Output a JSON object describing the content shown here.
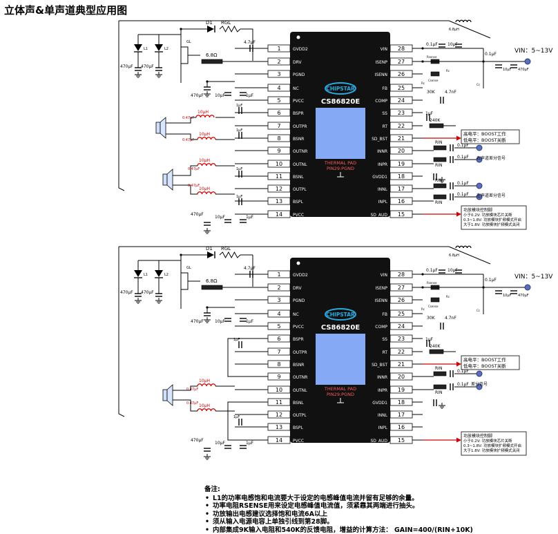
{
  "title": "立体声&单声道典型应用图",
  "chip": {
    "brand": "CHIPSTAR",
    "model": "CS86820E",
    "pad_line1": "THERMAL PAD",
    "pad_line2": "PIN29:PGND"
  },
  "pins_left": [
    {
      "num": "1",
      "name": "GVDD2"
    },
    {
      "num": "2",
      "name": "DRV"
    },
    {
      "num": "3",
      "name": "PGND"
    },
    {
      "num": "4",
      "name": "NC"
    },
    {
      "num": "5",
      "name": "PVCC"
    },
    {
      "num": "6",
      "name": "BSPR"
    },
    {
      "num": "7",
      "name": "OUTPR"
    },
    {
      "num": "8",
      "name": "BSNR"
    },
    {
      "num": "9",
      "name": "OUTNR"
    },
    {
      "num": "10",
      "name": "OUTNL"
    },
    {
      "num": "11",
      "name": "BSNL"
    },
    {
      "num": "12",
      "name": "OUTPL"
    },
    {
      "num": "13",
      "name": "BSPL"
    },
    {
      "num": "14",
      "name": "PVCC"
    }
  ],
  "pins_right": [
    {
      "num": "28",
      "name": "VIN"
    },
    {
      "num": "27",
      "name": "ISENP"
    },
    {
      "num": "26",
      "name": "ISENN"
    },
    {
      "num": "25",
      "name": "FB"
    },
    {
      "num": "24",
      "name": "COMP"
    },
    {
      "num": "23",
      "name": "SS"
    },
    {
      "num": "22",
      "name": "RT"
    },
    {
      "num": "21",
      "name": "SD_BST"
    },
    {
      "num": "20",
      "name": "INNR"
    },
    {
      "num": "19",
      "name": "INPR"
    },
    {
      "num": "18",
      "name": "GVDD1"
    },
    {
      "num": "17",
      "name": "INNL"
    },
    {
      "num": "16",
      "name": "INPL"
    },
    {
      "num": "15",
      "name": "SD_AUD"
    }
  ],
  "components": {
    "d1": "D1",
    "rgl": "RGL",
    "r68": "6.8Ω",
    "c47": "4.7μF",
    "c470": "470μF",
    "c10": "10μF",
    "c1": "1μF",
    "c01": "0.1μF",
    "l68": "6.8μH",
    "l10": "10μH",
    "c047": "0.47μF",
    "r30k": "30K",
    "c47n": "4.7nF",
    "r240k": "240K",
    "rin": "RIN",
    "csense": "Csense",
    "rsense": "Rsense",
    "rc": "Rc",
    "cc": "Cc"
  },
  "vin_label": "VIN：5~13V",
  "boost_box": {
    "line1": "高电平：BOOST工作",
    "line2": "低电平：BOOST关断"
  },
  "stereo_signals": {
    "right": "右声道差分信号",
    "left": "左声道差分信号"
  },
  "mono_signal": "差分信号",
  "sd_box": {
    "title": "功放模块控制脚",
    "line1": "小于0.2V: 功放模块芯片关断",
    "line2": "0.3~1.8V: 功放模块扩频模式开启",
    "line3": "大于1.8V: 功放模块扩频模式关闭"
  },
  "notes": {
    "heading": "备注:",
    "items": [
      "L1的功率电感饱和电流要大于设定的电感峰值电流并留有足够的余量。",
      "功率电阻RSENSE用来设定电感峰值电流值，须紧靠其两端进行抽头。",
      "功放输出电感建议选择饱和电流6A以上",
      "须从输入电源电容上单独引线到第28脚。",
      "内部集成9K输入电阻和540K的反馈电阻，增益的计算方法：  GAIN=400/(RIN+10K)"
    ]
  },
  "colors": {
    "chip": "#111111",
    "accent_red": "#d40000",
    "pad_blue": "#86a9f5",
    "brand_blue": "#2aa8e0"
  }
}
